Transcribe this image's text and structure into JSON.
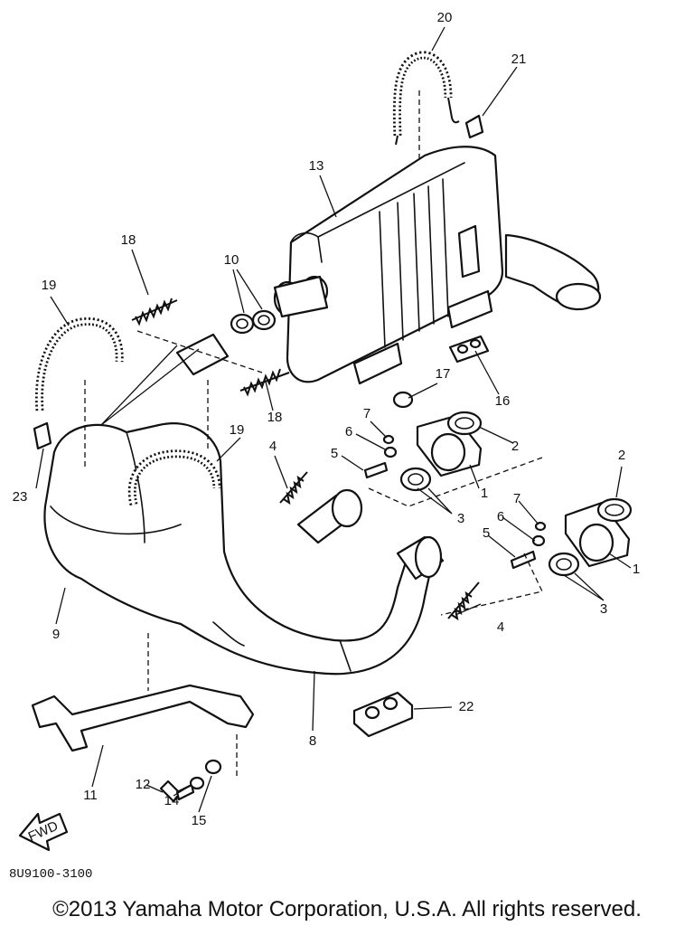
{
  "diagram": {
    "reference_code": "8U9100-3100",
    "copyright": "©2013 Yamaha Motor Corporation, U.S.A. All rights reserved.",
    "fwd_label": "FWD",
    "callouts": [
      {
        "id": "c1a",
        "text": "1"
      },
      {
        "id": "c1b",
        "text": "1"
      },
      {
        "id": "c2a",
        "text": "2"
      },
      {
        "id": "c2b",
        "text": "2"
      },
      {
        "id": "c3a",
        "text": "3"
      },
      {
        "id": "c3b",
        "text": "3"
      },
      {
        "id": "c4a",
        "text": "4"
      },
      {
        "id": "c4b",
        "text": "4"
      },
      {
        "id": "c5a",
        "text": "5"
      },
      {
        "id": "c5b",
        "text": "5"
      },
      {
        "id": "c6a",
        "text": "6"
      },
      {
        "id": "c6b",
        "text": "6"
      },
      {
        "id": "c7a",
        "text": "7"
      },
      {
        "id": "c7b",
        "text": "7"
      },
      {
        "id": "c8",
        "text": "8"
      },
      {
        "id": "c9",
        "text": "9"
      },
      {
        "id": "c10",
        "text": "10"
      },
      {
        "id": "c11",
        "text": "11"
      },
      {
        "id": "c12",
        "text": "12"
      },
      {
        "id": "c13",
        "text": "13"
      },
      {
        "id": "c14",
        "text": "14"
      },
      {
        "id": "c15",
        "text": "15"
      },
      {
        "id": "c16",
        "text": "16"
      },
      {
        "id": "c17",
        "text": "17"
      },
      {
        "id": "c18a",
        "text": "18"
      },
      {
        "id": "c18b",
        "text": "18"
      },
      {
        "id": "c19a",
        "text": "19"
      },
      {
        "id": "c19b",
        "text": "19"
      },
      {
        "id": "c20",
        "text": "20"
      },
      {
        "id": "c21",
        "text": "21"
      },
      {
        "id": "c22",
        "text": "22"
      },
      {
        "id": "c23",
        "text": "23"
      }
    ]
  }
}
